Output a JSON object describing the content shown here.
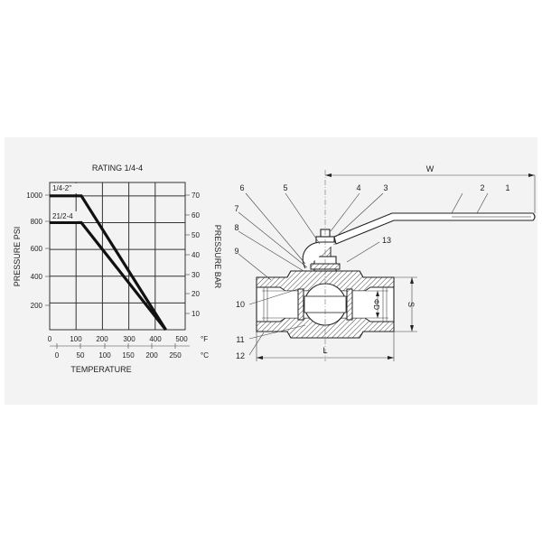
{
  "chart": {
    "title": "RATING  1/4-4",
    "ylabel_left": "PRESSURE PSI",
    "ylabel_right": "PRESSURE BAR",
    "xlabel": "TEMPERATURE",
    "unit_f": "°F",
    "unit_c": "°C",
    "psi_ticks": [
      "1000",
      "800",
      "600",
      "400",
      "200"
    ],
    "bar_ticks": [
      "70",
      "60",
      "50",
      "40",
      "30",
      "20",
      "10"
    ],
    "f_ticks": [
      "0",
      "100",
      "200",
      "300",
      "400",
      "500"
    ],
    "c_ticks": [
      "0",
      "50",
      "100",
      "150",
      "200",
      "250"
    ],
    "series_labels": [
      "1/4-2\"",
      "21/2-4"
    ]
  },
  "chart_data": {
    "type": "line",
    "title": "RATING  1/4-4",
    "xlabel": "TEMPERATURE",
    "ylabel": "PRESSURE PSI",
    "xlim": [
      0,
      500
    ],
    "ylim": [
      0,
      1100
    ],
    "grid": true,
    "series": [
      {
        "name": "1/4-2\"",
        "x": [
          0,
          120,
          440
        ],
        "y": [
          1000,
          1000,
          0
        ]
      },
      {
        "name": "21/2-4",
        "x": [
          0,
          120,
          440
        ],
        "y": [
          800,
          800,
          0
        ]
      }
    ]
  },
  "drawing": {
    "dimension_labels": {
      "w": "W",
      "l": "L",
      "s": "S",
      "d": "ΦD"
    },
    "part_numbers": [
      "1",
      "2",
      "3",
      "4",
      "5",
      "6",
      "7",
      "8",
      "9",
      "10",
      "11",
      "12",
      "13"
    ]
  }
}
